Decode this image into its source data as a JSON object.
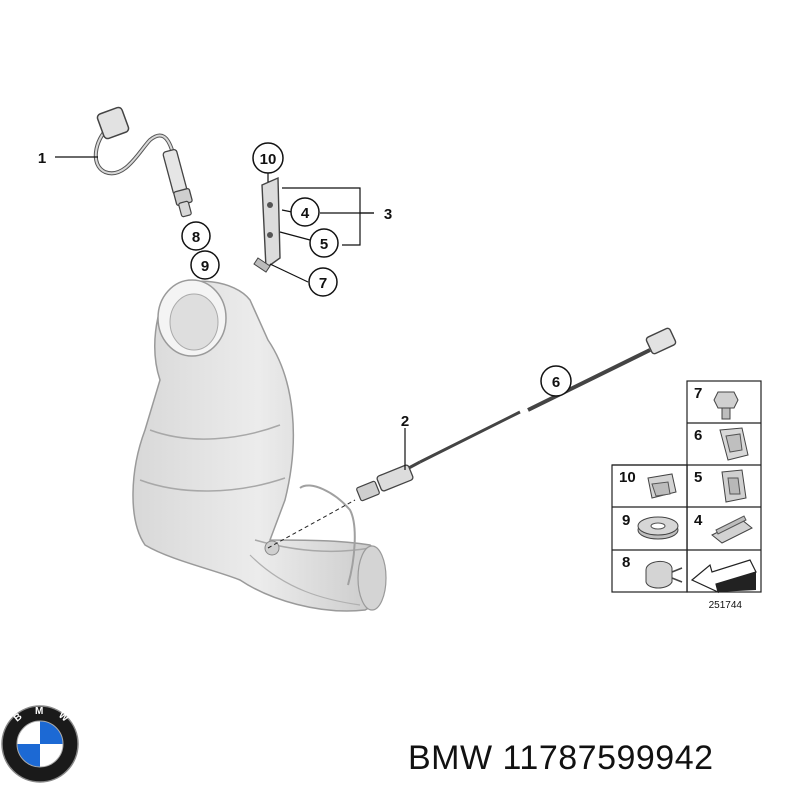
{
  "diagram": {
    "callouts": {
      "c1": "1",
      "c2": "2",
      "c3": "3",
      "c4": "4",
      "c5": "5",
      "c6": "6",
      "c7": "7",
      "c8": "8",
      "c9": "9",
      "c10": "10"
    },
    "legend": {
      "cells": [
        {
          "num": "7"
        },
        {
          "num": "6"
        },
        {
          "num": "10"
        },
        {
          "num": "5"
        },
        {
          "num": "9"
        },
        {
          "num": "4"
        },
        {
          "num": "8"
        }
      ]
    },
    "diagram_id": "251744"
  },
  "footer": {
    "brand": "BMW",
    "part_number": "11787599942",
    "logo_letters": "BMW",
    "logo_colors": {
      "blue": "#1c69d4",
      "white": "#ffffff",
      "ring": "#1a1a1a"
    }
  }
}
